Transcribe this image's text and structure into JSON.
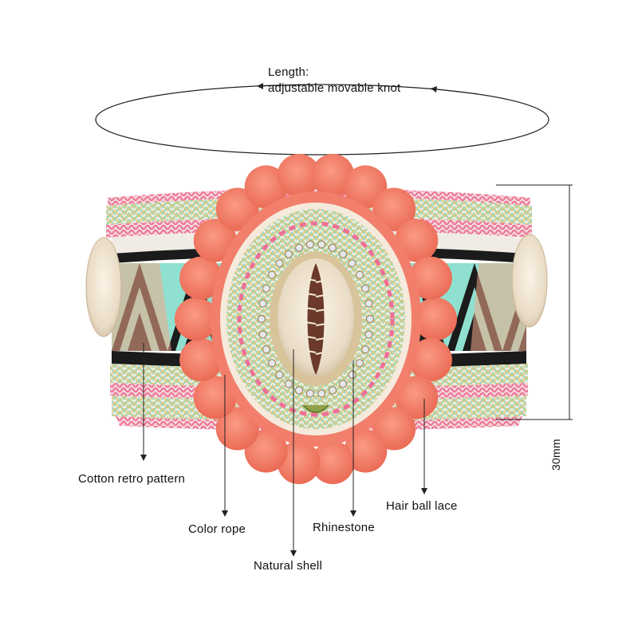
{
  "labels": {
    "length_title": "Length:",
    "length_desc": "adjustable movable knot",
    "cotton": "Cotton retro pattern",
    "color_rope": "Color rope",
    "natural_shell": "Natural shell",
    "rhinestone": "Rhinestone",
    "hair_ball": "Hair ball lace",
    "dimension": "30mm"
  },
  "colors": {
    "pompom": "#f5826f",
    "pompom_dark": "#e9664f",
    "braid_mint": "#9fd2b9",
    "braid_pink": "#f27ea0",
    "braid_gold": "#d9b85a",
    "shell": "#efe3d2",
    "shell_shadow": "#6b3a2a",
    "pattern_black": "#1a1a1a",
    "pattern_mint": "#8fe0d0",
    "pattern_peach": "#f4a98a"
  }
}
